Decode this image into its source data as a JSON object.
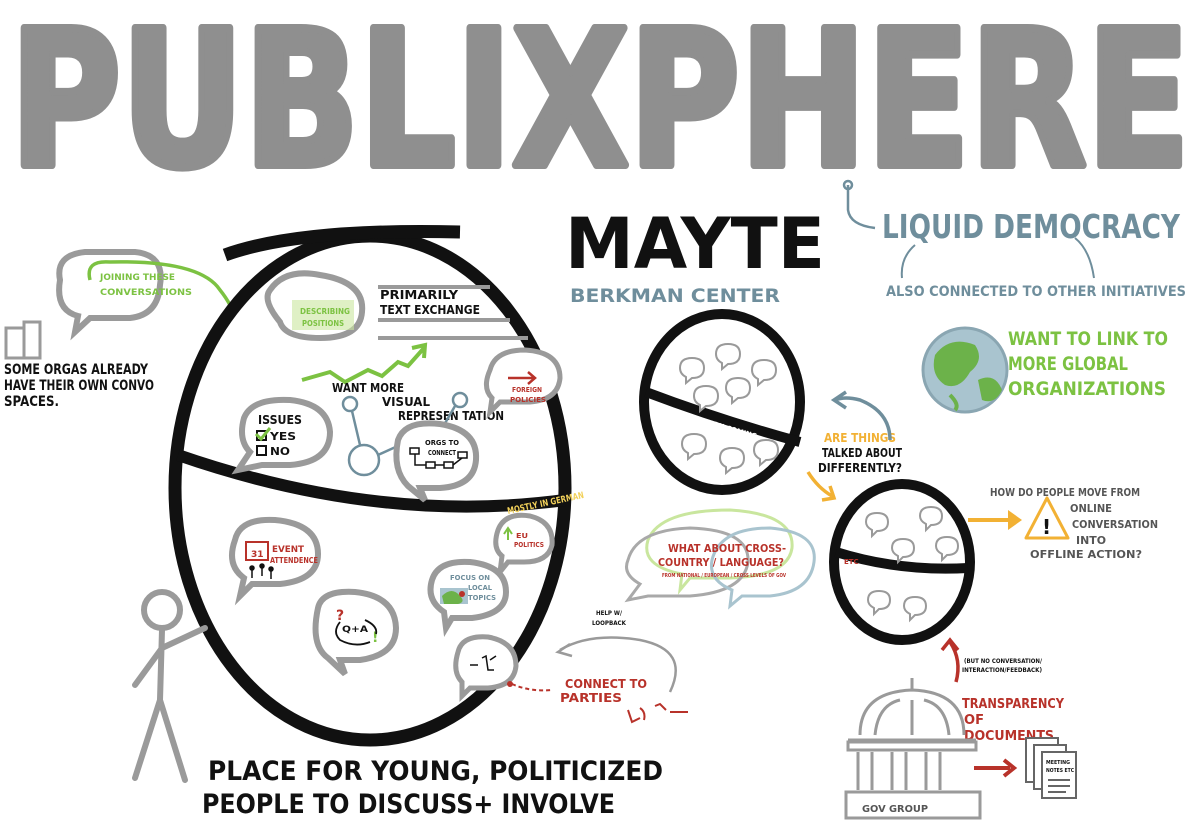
{
  "title": "PUBLIXPHERE",
  "presenter": "MAYTE",
  "affiliation": "BERKMAN CENTER",
  "liquid": {
    "name": "LIQUID DEMOCRACY",
    "note": "ALSO CONNECTED TO OTHER INITIATIVES"
  },
  "global_link": [
    "WANT TO LINK TO",
    "MORE GLOBAL",
    "ORGANIZATIONS"
  ],
  "left_notes": {
    "joining": [
      "JOINING THESE",
      "CONVERSATIONS"
    ],
    "orgas": [
      "SOME ORGAS ALREADY",
      "HAVE THEIR OWN CONVO",
      "SPACES."
    ]
  },
  "big_sphere": {
    "describing": [
      "DESCRIBING",
      "POSITIONS"
    ],
    "text_exchange": [
      "PRIMARILY",
      "TEXT EXCHANGE"
    ],
    "visual": [
      "WANT MORE",
      "VISUAL",
      "REPRESEN TATION"
    ],
    "foreign": [
      "FOREIGN",
      "POLICIES"
    ],
    "issues": "ISSUES",
    "yes": "YES",
    "no": "NO",
    "orgs": [
      "ORGS TO",
      "CONNECT"
    ],
    "band": "MOSTLY IN GERMAN",
    "event": [
      "EVENT",
      "ATTENDENCE"
    ],
    "calendar_day": "31",
    "eu": [
      "EU",
      "POLITICS"
    ],
    "local": [
      "FOCUS ON",
      "LOCAL",
      "TOPICS"
    ],
    "qa": "Q+A"
  },
  "help_loop": [
    "HELP W/",
    "LOOPBACK"
  ],
  "connect_parties": [
    "CONNECT TO",
    "PARTIES"
  ],
  "bottom_caption": [
    "PLACE FOR YOUNG, POLITICIZED",
    "PEOPLE TO DISCUSS+ INVOLVE"
  ],
  "small_sphere": {
    "band": "ENGLISH VERSION COMING"
  },
  "differently": [
    "ARE THINGS",
    "TALKED ABOUT",
    "DIFFERENTLY?"
  ],
  "cross_country": [
    "WHAT ABOUT CROSS-",
    "COUNTRY / LANGUAGE?"
  ],
  "cross_sub": "FROM NATIONAL / EUROPEAN / CROSS LEVELS OF GOV",
  "third_sphere": {
    "band": "ETC"
  },
  "offline": [
    "HOW DO PEOPLE MOVE FROM",
    "ONLINE",
    "CONVERSATION",
    "INTO",
    "OFFLINE ACTION?"
  ],
  "no_conversation": [
    "(BUT NO CONVERSATION/",
    "INTERACTION/FEEDBACK)"
  ],
  "transparency": [
    "TRANSPARENCY",
    "OF",
    "DOCUMENTS"
  ],
  "meeting_notes": [
    "MEETING",
    "NOTES ETC"
  ],
  "gov_group": "GOV GROUP",
  "colors": {
    "title_gray": "#8f8f8f",
    "ink": "#111111",
    "green": "#7cc242",
    "blue_gray": "#6f8e9c",
    "red": "#b8322a",
    "orange": "#f2b134",
    "bubble_gray": "#9a9a9a"
  }
}
